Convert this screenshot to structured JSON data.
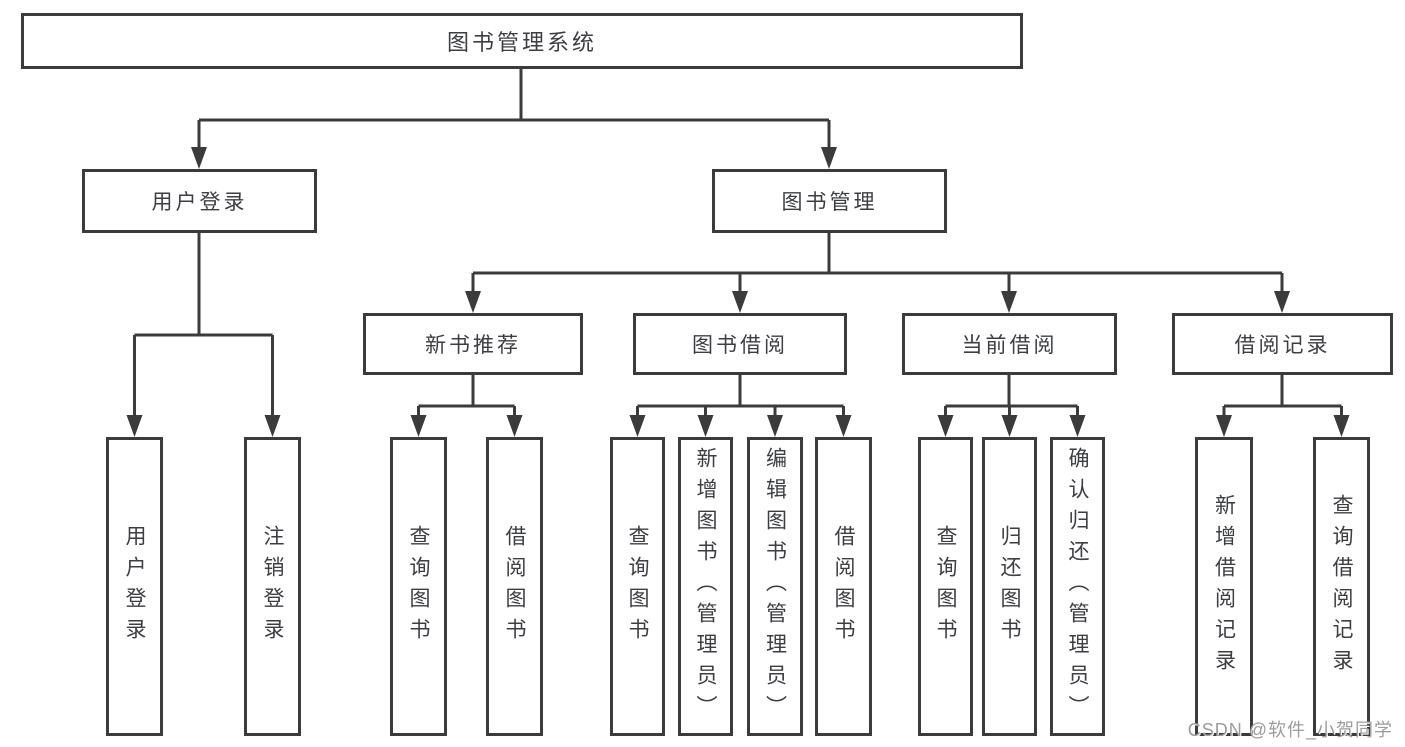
{
  "diagram": {
    "root": {
      "label": "图书管理系统"
    },
    "level2": [
      {
        "label": "用户登录"
      },
      {
        "label": "图书管理"
      }
    ],
    "level3": [
      {
        "label": "新书推荐"
      },
      {
        "label": "图书借阅"
      },
      {
        "label": "当前借阅"
      },
      {
        "label": "借阅记录"
      }
    ],
    "leaves": [
      {
        "label": "用户登录"
      },
      {
        "label": "注销登录"
      },
      {
        "label": "查询图书"
      },
      {
        "label": "借阅图书"
      },
      {
        "label": "查询图书"
      },
      {
        "label": "新增图书（管理员）"
      },
      {
        "label": "编辑图书（管理员）"
      },
      {
        "label": "借阅图书"
      },
      {
        "label": "查询图书"
      },
      {
        "label": "归还图书"
      },
      {
        "label": "确认归还（管理员）"
      },
      {
        "label": "新增借阅记录"
      },
      {
        "label": "查询借阅记录"
      }
    ]
  },
  "watermark": {
    "text": "CSDN @软件_小贺同学"
  },
  "colors": {
    "line": "#3b3b3b",
    "text": "#3c3e42",
    "watermark": "#9c9c9c",
    "background": "#ffffff"
  }
}
